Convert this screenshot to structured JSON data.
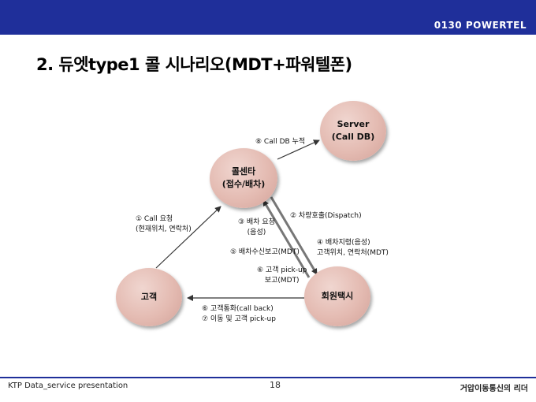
{
  "header": {
    "brand": "0130  POWERTEL"
  },
  "title": "2. 듀엣type1 콜 시나리오(MDT+파워텔폰)",
  "nodes": {
    "server": "Server\n(Call DB)",
    "callcenter": "콜센타\n(접수/배차)",
    "customer": "고객",
    "taxi": "회원택시"
  },
  "labels": {
    "step8": "⑧ Call DB 누적",
    "step1": "① Call 요청\n(현재위치, 연락처)",
    "step2": "② 차량호출(Dispatch)",
    "step3": "③ 배차 요청\n(음성)",
    "step4": "④ 배차지령(음성)\n고객위치, 연락처(MDT)",
    "step5": "⑤ 배차수신보고(MDT)",
    "step6": "⑥ 고객 pick-up\n보고(MDT)",
    "step67": "⑥ 고객통화(call back)\n⑦ 이동 및 고객 pick-up"
  },
  "footer": {
    "left": "KTP Data_service presentation",
    "page": "18",
    "right": "거압이동통신의 리더"
  },
  "colors": {
    "header": "#1f2f9a",
    "node": "#e4bbb2"
  }
}
